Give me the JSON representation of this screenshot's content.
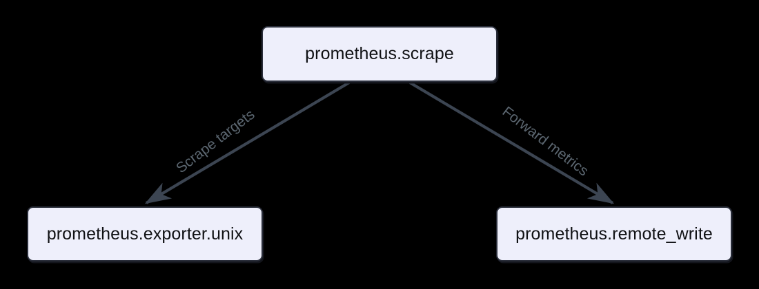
{
  "diagram": {
    "type": "flowchart",
    "direction": "top-down",
    "background_color": "#000000",
    "node_fill_color": "#eeeffb",
    "node_border_color": "#2a2e3a",
    "node_text_color": "#101114",
    "edge_color": "#3c4552",
    "edge_label_color": "#5b6670",
    "nodes": [
      {
        "id": "scrape",
        "label": "prometheus.scrape"
      },
      {
        "id": "exporter_unix",
        "label": "prometheus.exporter.unix"
      },
      {
        "id": "remote_write",
        "label": "prometheus.remote_write"
      }
    ],
    "edges": [
      {
        "id": "scrape_targets",
        "from": "scrape",
        "to": "exporter_unix",
        "label": "Scrape targets",
        "arrow": "to"
      },
      {
        "id": "forward_metrics",
        "from": "scrape",
        "to": "remote_write",
        "label": "Forward metrics",
        "arrow": "to"
      }
    ]
  }
}
